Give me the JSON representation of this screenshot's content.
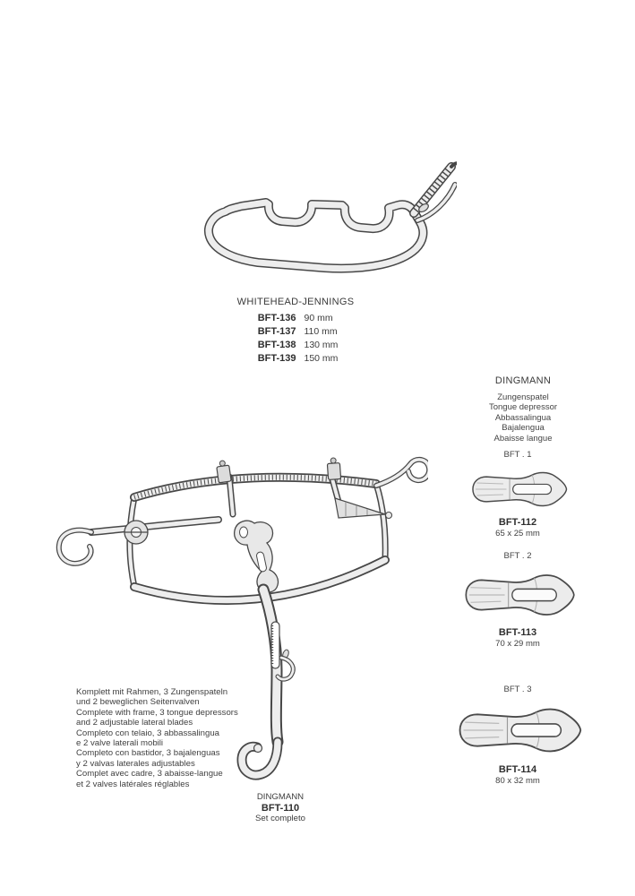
{
  "whitehead": {
    "title": "WHITEHEAD-JENNINGS",
    "models": [
      {
        "code": "BFT-136",
        "size": "90 mm"
      },
      {
        "code": "BFT-137",
        "size": "110 mm"
      },
      {
        "code": "BFT-138",
        "size": "130 mm"
      },
      {
        "code": "BFT-139",
        "size": "150 mm"
      }
    ]
  },
  "dingmann": {
    "title": "DINGMANN",
    "descriptions": [
      "Zungenspatel",
      "Tongue depressor",
      "Abbassalingua",
      "Bajalengua",
      "Abaisse langue"
    ],
    "items": [
      {
        "label": "BFT . 1",
        "code": "BFT-112",
        "size": "65 x 25 mm"
      },
      {
        "label": "BFT . 2",
        "code": "BFT-113",
        "size": "70 x 29 mm"
      },
      {
        "label": "BFT . 3",
        "code": "BFT-114",
        "size": "80 x 32 mm"
      }
    ]
  },
  "set_description": {
    "lines": [
      "Komplett mit Rahmen, 3 Zungenspateln",
      "und 2 beweglichen Seitenvalven",
      "Complete with frame, 3 tongue depressors",
      "and 2 adjustable lateral blades",
      "Completo con telaio, 3 abbassalingua",
      "e 2 valve laterali mobili",
      "Completo con bastidor, 3 bajalenguas",
      "y 2 valvas laterales adjustables",
      "Complet avec cadre, 3 abaisse-langue",
      "et 2 valves latérales réglables"
    ]
  },
  "set_label": {
    "title": "DINGMANN",
    "code": "BFT-110",
    "subtitle": "Set completo"
  },
  "illustrations": {
    "whitehead": "whitehead-jennings-mouth-gag",
    "dingman_frame": "dingman-mouth-gag-retractor-frame",
    "depressor": "dingman-tongue-depressor-blade"
  }
}
